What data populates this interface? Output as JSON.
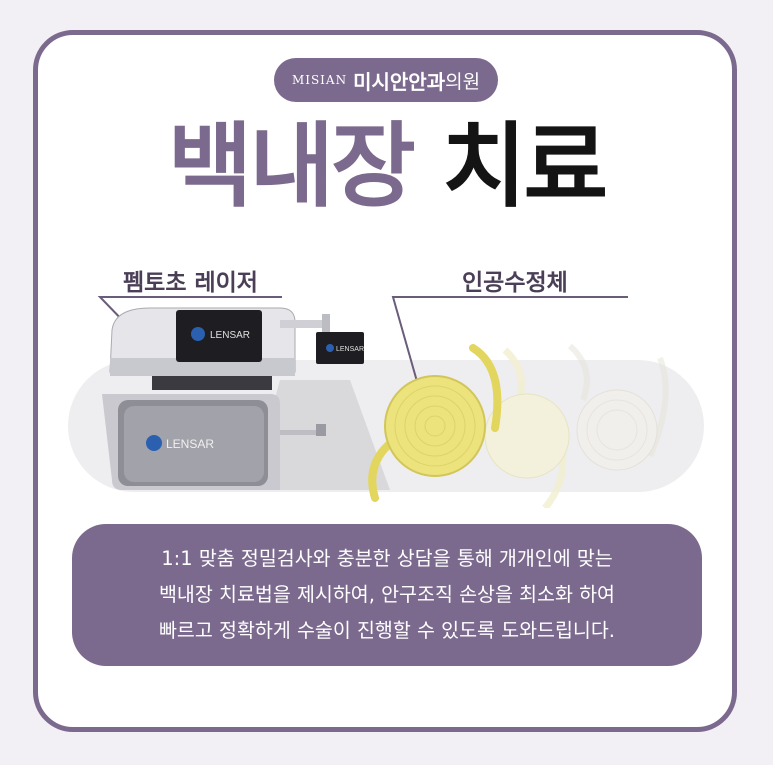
{
  "header": {
    "brand_latin": "MISIAN",
    "brand_bold": "미시안안과",
    "brand_suffix": "의원"
  },
  "title": {
    "part1": "백내장",
    "part2": "치료"
  },
  "labels": {
    "laser": "펨토초 레이저",
    "lens": "인공수정체"
  },
  "device": {
    "logo_text": "LENSAR"
  },
  "description": {
    "line1": "1:1 맞춤 정밀검사와 충분한 상담을 통해 개개인에 맞는",
    "line2": "백내장 치료법을 제시하여, 안구조직 손상을 최소화 하여",
    "line3": "빠르고 정확하게 수술이 진행할 수 있도록 도와드립니다."
  },
  "colors": {
    "accent": "#7b6a8e",
    "title_dark": "#141414",
    "lens_yellow": "#e8de78"
  }
}
